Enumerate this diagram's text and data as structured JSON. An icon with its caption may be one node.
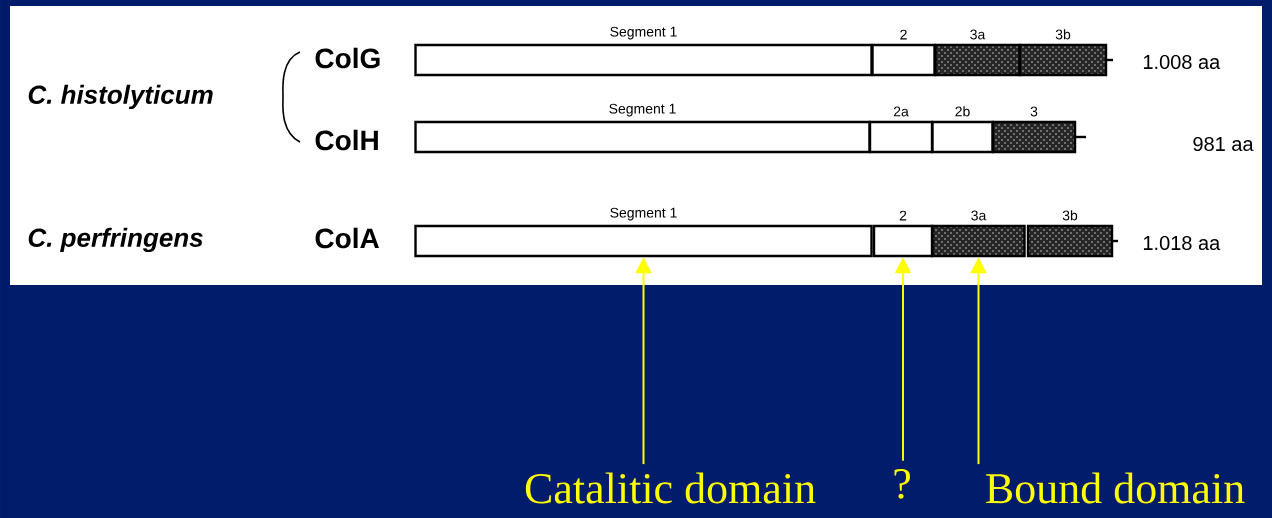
{
  "diagram": {
    "nodes": [
      {
        "text": [
          "Segment 1"
        ]
      },
      {
        "text": [
          "2"
        ]
      },
      {
        "text": [
          "3a"
        ]
      },
      {
        "text": [
          "3b"
        ]
      },
      {
        "text": [
          "Segment 1"
        ]
      },
      {
        "text": [
          "2a"
        ]
      },
      {
        "text": [
          "2b"
        ]
      },
      {
        "text": [
          "3"
        ]
      },
      {
        "text": [
          "Segment 1"
        ]
      },
      {
        "text": [
          "2"
        ]
      },
      {
        "text": [
          "3a"
        ]
      },
      {
        "text": [
          "3b"
        ]
      },
      {
        "text": [
          "Catalitic domain"
        ]
      },
      {
        "text": [
          "?"
        ]
      },
      {
        "text": [
          "Bound domain"
        ]
      }
    ],
    "edges": [
      {
        "from": 12,
        "to": 8,
        "arrow": "to"
      },
      {
        "from": 13,
        "to": 9,
        "arrow": "to"
      },
      {
        "from": 14,
        "to": 10,
        "arrow": "to"
      }
    ],
    "labels": [
      "C. histolyticum",
      "ColG",
      "1.008 aa",
      "ColH",
      "981 aa",
      "C. perfringens",
      "ColA",
      "1.018 aa"
    ]
  }
}
